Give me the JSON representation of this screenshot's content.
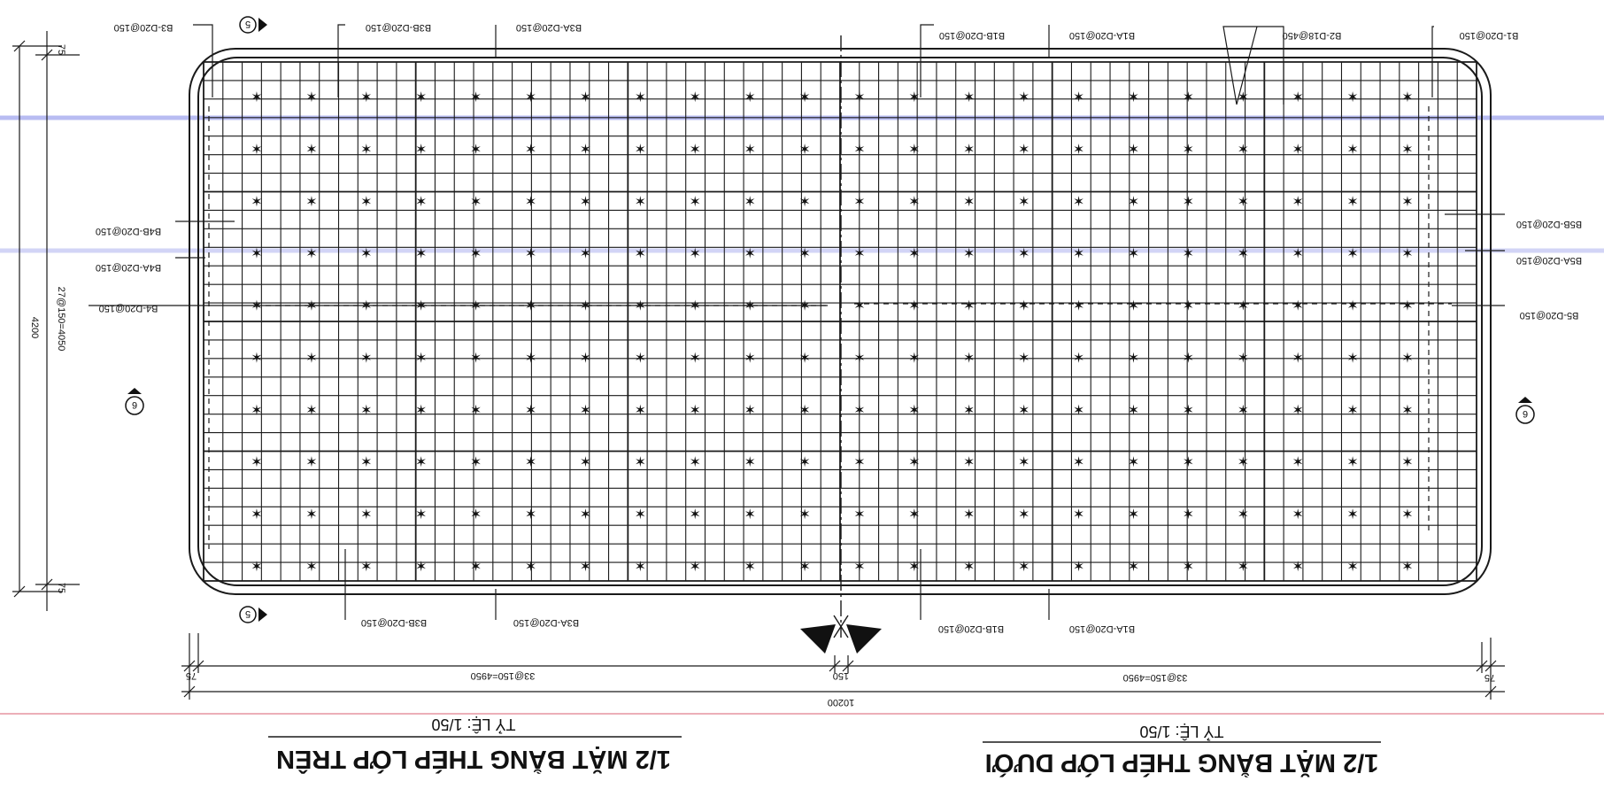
{
  "colors": {
    "ink": "#1a1a1a",
    "guide_blue": "#7f86e8",
    "guide_red": "#e07b8a"
  },
  "drawing": {
    "orientation_note": "sheet is rotated 180 degrees",
    "section_markers": [
      "5",
      "5",
      "6",
      "6"
    ],
    "labels_top": [
      "B3-D20@150",
      "B3B-D20@150",
      "B3A-D20@150",
      "B1B-D20@150",
      "B1A-D20@150",
      "B2-D18@450",
      "B1-D20@150"
    ],
    "labels_bottom": [
      "B3B-D20@150",
      "B3A-D20@150",
      "B1B-D20@150",
      "B1A-D20@150"
    ],
    "labels_left": [
      "B4B-D20@150",
      "B4A-D20@150",
      "B4-D20@150"
    ],
    "labels_right": [
      "B5B-D20@150",
      "B5A-D20@150",
      "B5-D20@150"
    ],
    "dims_horizontal": [
      "75",
      "33@150=4950",
      "150",
      "33@150=4950",
      "75",
      "10200"
    ],
    "dims_vertical": [
      "4200",
      "27@150=4050",
      "75",
      "75"
    ],
    "title_left": "1/2 MẶT BẰNG THÉP LỚP TRÊN",
    "scale_left": "TỶ LỆ: 1/50",
    "title_right": "1/2 MẶT BẰNG THÉP LỚP DƯỚI",
    "scale_right": "TỶ LỆ: 1/50"
  }
}
